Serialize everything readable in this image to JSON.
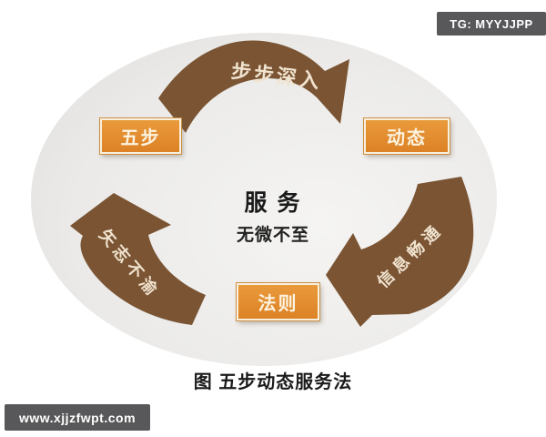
{
  "watermarks": {
    "tg_badge": "TG: MYYJJPP",
    "site_badge": "www.xjjzfwpt.com"
  },
  "diagram": {
    "caption": "图  五步动态服务法",
    "center_title": "服 务",
    "center_subtitle": "无微不至",
    "nodes": [
      {
        "id": "five-steps",
        "label": "五步"
      },
      {
        "id": "dynamic",
        "label": "动态"
      },
      {
        "id": "rule",
        "label": "法则"
      }
    ],
    "arrow_labels": [
      {
        "id": "top",
        "label": "步步深入"
      },
      {
        "id": "right",
        "label": "信息畅通"
      },
      {
        "id": "left",
        "label": "矢志不渝"
      }
    ]
  },
  "colors": {
    "arrow_brown": "#7a5433",
    "node_orange": "#e2892f",
    "node_border": "#f8f0de",
    "node_text": "#fcf3e0",
    "arrow_label_text": "#f0e3cf",
    "ellipse_center": "#f5f4f2",
    "ellipse_edge": "#e2e1df",
    "badge_bg": "#58585a",
    "badge_text": "#ffffff",
    "caption_text": "#1a1a1a"
  }
}
